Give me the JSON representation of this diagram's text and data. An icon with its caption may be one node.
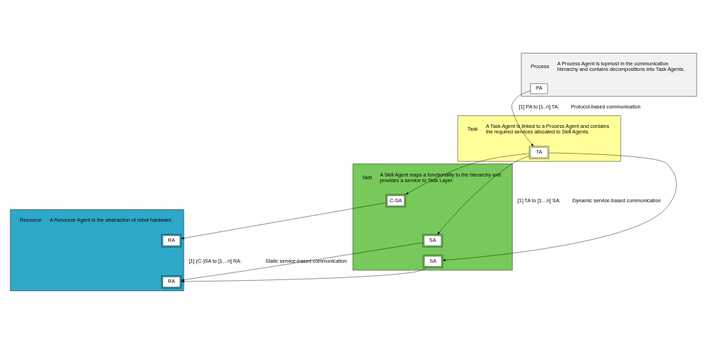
{
  "diagram": {
    "nodes": [
      {
        "text": [
          "Process",
          "A Process Agent is topmost in the communication hierarchy and contains decompositions into Task Agents."
        ]
      },
      {
        "text": [
          "PA"
        ],
        "in": 0
      },
      {
        "text": [
          "Task",
          "A Task Agent is linked to a Process Agent and contains the required services allocated to Skill Agents."
        ]
      },
      {
        "text": [
          "TA"
        ],
        "in": 2
      },
      {
        "text": [
          "Skill",
          "A Skill Agent maps a functionality to the hierarchy and provides a service to Task Layer."
        ]
      },
      {
        "text": [
          "SA"
        ],
        "in": 4
      },
      {
        "text": [
          "SA"
        ],
        "in": 4
      },
      {
        "text": [
          "C-SA"
        ],
        "in": 4
      },
      {
        "text": [
          "Resource",
          "A Resource Agent is the abstraction of robot hardware."
        ]
      },
      {
        "text": [
          "RA"
        ],
        "in": 8
      },
      {
        "text": [
          "RA"
        ],
        "in": 8
      }
    ],
    "edges": [
      {
        "from": 1,
        "to": 3,
        "arrow": "to"
      },
      {
        "from": 3,
        "to": 5,
        "arrow": "to"
      },
      {
        "from": 3,
        "to": 6,
        "arrow": "to"
      },
      {
        "from": 3,
        "to": 7,
        "arrow": "to"
      },
      {
        "from": 5,
        "to": 9,
        "arrow": "to"
      },
      {
        "from": 6,
        "to": 9,
        "arrow": "to"
      },
      {
        "from": 7,
        "to": 10,
        "arrow": "to"
      }
    ],
    "labels": [
      "[1] PA to [1..n] TA:",
      "Protocol-based communication",
      "[1] TA to [1…n] SA:",
      "Dynamic service-based communication",
      "[1] (C-)SA to [1…n] RA:",
      "Static service-based communication"
    ]
  }
}
